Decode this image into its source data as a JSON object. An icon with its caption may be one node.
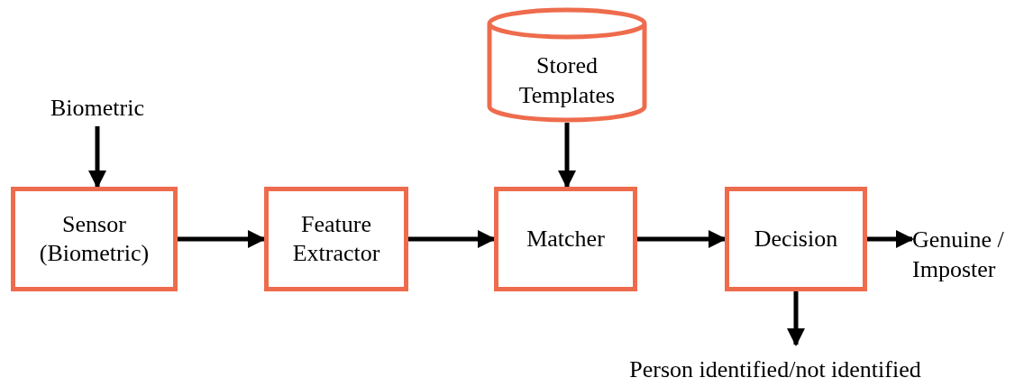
{
  "diagram": {
    "nodes": [
      {
        "text": [
          "Biometric"
        ]
      },
      {
        "text": [
          "Sensor (Biometric)"
        ]
      },
      {
        "text": [
          "Feature Extractor"
        ]
      },
      {
        "text": [
          "Stored Templates"
        ]
      },
      {
        "text": [
          "Matcher"
        ]
      },
      {
        "text": [
          "Decision"
        ]
      },
      {
        "text": [
          "Genuine / Imposter"
        ]
      },
      {
        "text": [
          "Person identified/not identified"
        ]
      }
    ],
    "edges": [
      {
        "from": 0,
        "to": 1,
        "arrow": "to"
      },
      {
        "from": 1,
        "to": 2,
        "arrow": "to"
      },
      {
        "from": 2,
        "to": 4,
        "arrow": "to"
      },
      {
        "from": 3,
        "to": 4,
        "arrow": "to"
      },
      {
        "from": 4,
        "to": 5,
        "arrow": "to"
      },
      {
        "from": 5,
        "to": 6,
        "arrow": "to"
      },
      {
        "from": 5,
        "to": 7,
        "arrow": "to"
      }
    ]
  }
}
